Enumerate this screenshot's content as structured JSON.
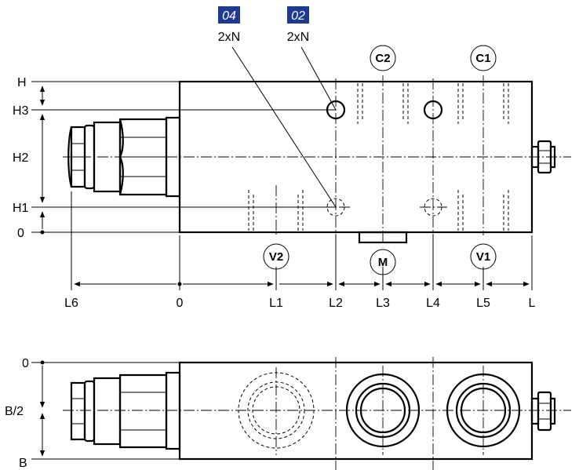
{
  "badges": [
    "04",
    "02"
  ],
  "badge_color": "#1f3a93",
  "port_count": [
    "2xN",
    "2xN"
  ],
  "top_ports": [
    "C2",
    "C1"
  ],
  "bottom_ports": [
    "V2",
    "M",
    "V1"
  ],
  "vertical_dims": [
    "H",
    "H3",
    "H2",
    "H1",
    "0"
  ],
  "horizontal_dims": [
    "L6",
    "0",
    "L1",
    "L2",
    "L3",
    "L4",
    "L5",
    "L"
  ],
  "side_dims": [
    "0",
    "B/2",
    "B"
  ]
}
